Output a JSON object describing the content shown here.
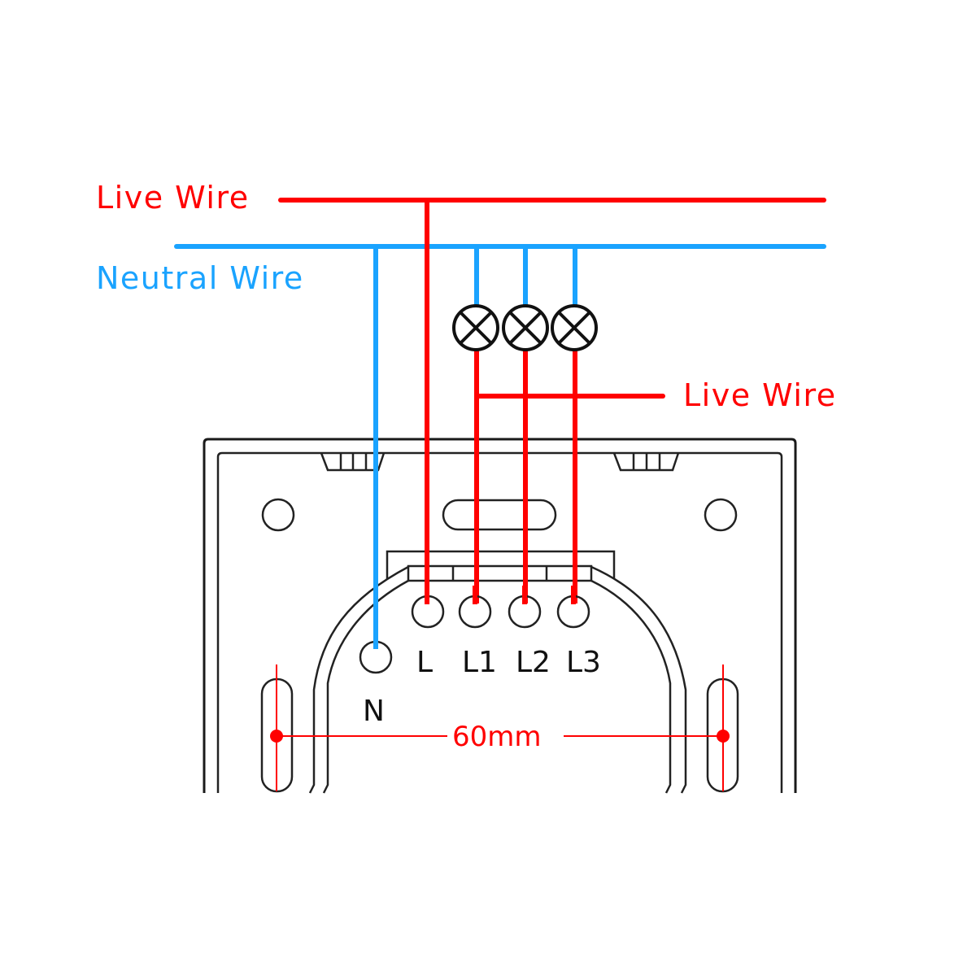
{
  "diagram": {
    "title": "3-gang switch wiring diagram",
    "labels": {
      "live_wire_top": "Live Wire",
      "neutral_wire": "Neutral Wire",
      "live_wire_lamps": "Live Wire",
      "dimension": "60mm"
    },
    "terminals": [
      {
        "id": "N",
        "label": "N",
        "wire": "neutral"
      },
      {
        "id": "L",
        "label": "L",
        "wire": "live"
      },
      {
        "id": "L1",
        "label": "L1",
        "wire": "load-1"
      },
      {
        "id": "L2",
        "label": "L2",
        "wire": "load-2"
      },
      {
        "id": "L3",
        "label": "L3",
        "wire": "load-3"
      }
    ],
    "lamps": [
      {
        "id": "lamp-1",
        "connected_to": "L1"
      },
      {
        "id": "lamp-2",
        "connected_to": "L2"
      },
      {
        "id": "lamp-3",
        "connected_to": "L3"
      }
    ],
    "colors": {
      "live": "#ff0000",
      "neutral": "#1aa3ff",
      "outline": "#1a1a1a",
      "text": "#111111"
    }
  }
}
